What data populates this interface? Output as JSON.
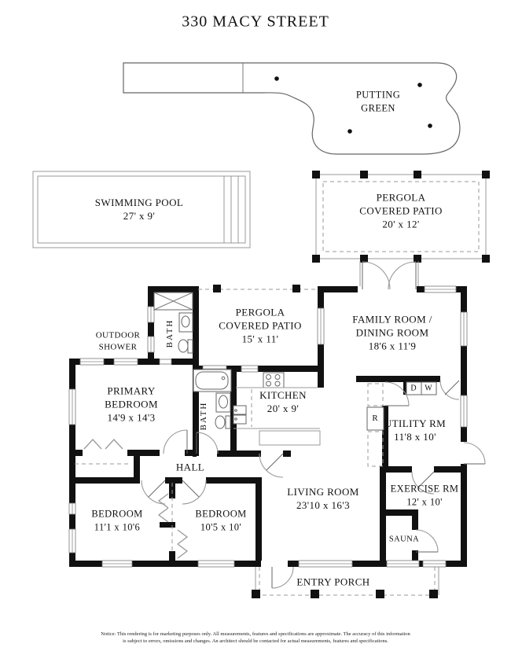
{
  "title": "330 MACY STREET",
  "outdoor": {
    "putting_green": {
      "line1": "PUTTING",
      "line2": "GREEN"
    },
    "swimming_pool": {
      "name": "SWIMMING POOL",
      "dims": "27' x 9'"
    },
    "pergola_patio_large": {
      "line1": "PERGOLA",
      "line2": "COVERED PATIO",
      "dims": "20' x 12'"
    },
    "outdoor_shower": {
      "line1": "OUTDOOR",
      "line2": "SHOWER"
    },
    "entry_porch": {
      "name": "ENTRY PORCH"
    }
  },
  "rooms": {
    "pergola_patio_small": {
      "line1": "PERGOLA",
      "line2": "COVERED PATIO",
      "dims": "15' x 11'"
    },
    "family_room": {
      "line1": "FAMILY ROOM /",
      "line2": "DINING ROOM",
      "dims": "18'6 x 11'9"
    },
    "primary_bedroom": {
      "line1": "PRIMARY",
      "line2": "BEDROOM",
      "dims": "14'9 x 14'3"
    },
    "kitchen": {
      "name": "KITCHEN",
      "dims": "20' x 9'"
    },
    "utility_room": {
      "name": "UTILITY RM",
      "dims": "11'8 x 10'"
    },
    "living_room": {
      "name": "LIVING ROOM",
      "dims": "23'10 x 16'3"
    },
    "exercise_room": {
      "name": "EXERCISE RM",
      "dims": "12' x 10'"
    },
    "bedroom_2": {
      "name": "BEDROOM",
      "dims": "11'1 x 10'6"
    },
    "bedroom_3": {
      "name": "BEDROOM",
      "dims": "10'5 x 10'"
    },
    "hall": {
      "name": "HALL"
    },
    "bath_1": {
      "name": "BATH"
    },
    "bath_2": {
      "name": "BATH"
    },
    "sauna": {
      "name": "SAUNA"
    }
  },
  "appliances": {
    "dryer": "D",
    "washer": "W",
    "refrigerator": "R"
  },
  "notice": {
    "line1": "Notice: This rendering is for marketing purposes only. All measurements, features and specifications are approximate. The accuracy of this information",
    "line2": "is subject to errors, omissions and changes. An architect should be contacted for actual measurements, features and specifications."
  },
  "colors": {
    "wall": "#111111",
    "line": "#777777",
    "background": "#ffffff"
  }
}
